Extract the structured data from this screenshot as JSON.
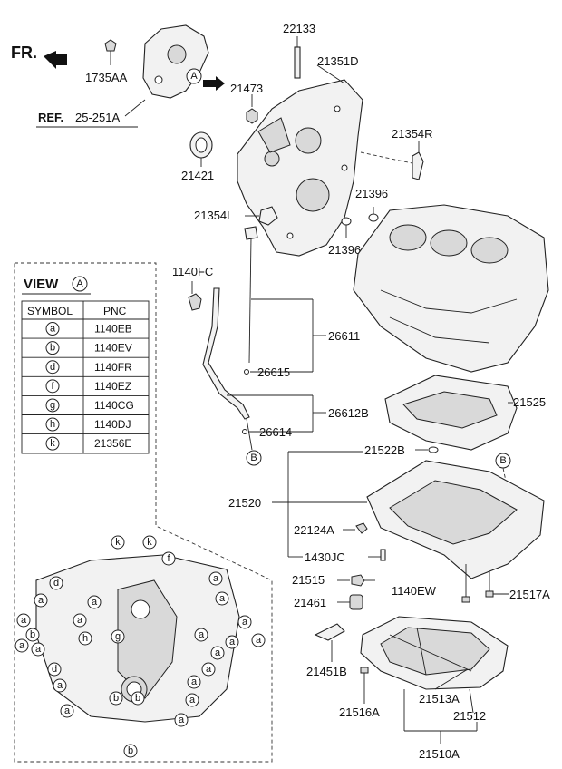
{
  "header": {
    "front_label": "FR.",
    "ref_prefix": "REF.",
    "ref_value": "25-251A"
  },
  "parts": [
    {
      "id": "p-22133",
      "label": "22133"
    },
    {
      "id": "p-21351D",
      "label": "21351D"
    },
    {
      "id": "p-1735AA",
      "label": "1735AA"
    },
    {
      "id": "p-21473",
      "label": "21473"
    },
    {
      "id": "p-21354R",
      "label": "21354R"
    },
    {
      "id": "p-21421",
      "label": "21421"
    },
    {
      "id": "p-21396a",
      "label": "21396"
    },
    {
      "id": "p-21354L",
      "label": "21354L"
    },
    {
      "id": "p-21396b",
      "label": "21396"
    },
    {
      "id": "p-1140FC",
      "label": "1140FC"
    },
    {
      "id": "p-26611",
      "label": "26611"
    },
    {
      "id": "p-26615",
      "label": "26615"
    },
    {
      "id": "p-21525",
      "label": "21525"
    },
    {
      "id": "p-26612B",
      "label": "26612B"
    },
    {
      "id": "p-26614",
      "label": "26614"
    },
    {
      "id": "p-21522B",
      "label": "21522B"
    },
    {
      "id": "p-21520",
      "label": "21520"
    },
    {
      "id": "p-22124A",
      "label": "22124A"
    },
    {
      "id": "p-1430JC",
      "label": "1430JC"
    },
    {
      "id": "p-21515",
      "label": "21515"
    },
    {
      "id": "p-1140EW",
      "label": "1140EW"
    },
    {
      "id": "p-21517A",
      "label": "21517A"
    },
    {
      "id": "p-21461",
      "label": "21461"
    },
    {
      "id": "p-21451B",
      "label": "21451B"
    },
    {
      "id": "p-21516A",
      "label": "21516A"
    },
    {
      "id": "p-21513A",
      "label": "21513A"
    },
    {
      "id": "p-21512",
      "label": "21512"
    },
    {
      "id": "p-21510A",
      "label": "21510A"
    }
  ],
  "callouts": {
    "A_top": "A",
    "B_left": "B",
    "B_right": "B"
  },
  "view_table": {
    "title": "VIEW",
    "title_circle": "A",
    "col_symbol": "SYMBOL",
    "col_pnc": "PNC",
    "rows": [
      {
        "symbol": "a",
        "pnc": "1140EB"
      },
      {
        "symbol": "b",
        "pnc": "1140EV"
      },
      {
        "symbol": "d",
        "pnc": "1140FR"
      },
      {
        "symbol": "f",
        "pnc": "1140EZ"
      },
      {
        "symbol": "g",
        "pnc": "1140CG"
      },
      {
        "symbol": "h",
        "pnc": "1140DJ"
      },
      {
        "symbol": "k",
        "pnc": "21356E"
      }
    ]
  },
  "view_symbols": {
    "a": "a",
    "b": "b",
    "d": "d",
    "f": "f",
    "g": "g",
    "h": "h",
    "k": "k"
  }
}
